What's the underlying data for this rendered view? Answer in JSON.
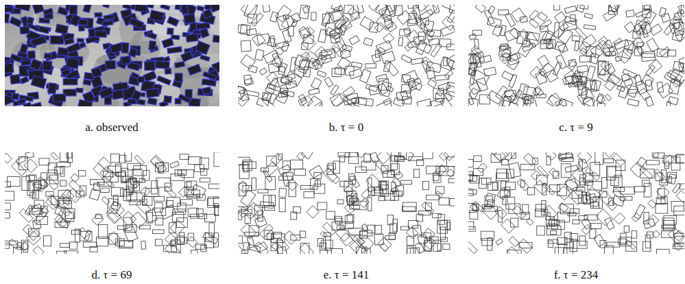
{
  "diagram": {
    "labels": [
      "a. observed",
      "b. τ = 0",
      "c. τ = 9",
      "d. τ = 69",
      "e. τ = 141",
      "f. τ = 234"
    ]
  }
}
